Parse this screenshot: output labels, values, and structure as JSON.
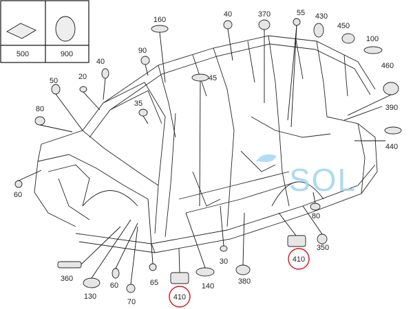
{
  "legend": {
    "left_value": "500",
    "right_value": "900"
  },
  "callouts": [
    {
      "key": "160",
      "text": "160"
    },
    {
      "key": "40a",
      "text": "40"
    },
    {
      "key": "370",
      "text": "370"
    },
    {
      "key": "55",
      "text": "55"
    },
    {
      "key": "430",
      "text": "430"
    },
    {
      "key": "450",
      "text": "450"
    },
    {
      "key": "100",
      "text": "100"
    },
    {
      "key": "90",
      "text": "90"
    },
    {
      "key": "40b",
      "text": "40"
    },
    {
      "key": "45",
      "text": "45"
    },
    {
      "key": "20",
      "text": "20"
    },
    {
      "key": "50",
      "text": "50"
    },
    {
      "key": "460",
      "text": "460"
    },
    {
      "key": "390",
      "text": "390"
    },
    {
      "key": "35",
      "text": "35"
    },
    {
      "key": "80a",
      "text": "80"
    },
    {
      "key": "440",
      "text": "440"
    },
    {
      "key": "60a",
      "text": "60"
    },
    {
      "key": "80b",
      "text": "80"
    },
    {
      "key": "350",
      "text": "350"
    },
    {
      "key": "410a",
      "text": "410"
    },
    {
      "key": "360",
      "text": "360"
    },
    {
      "key": "30",
      "text": "30"
    },
    {
      "key": "60b",
      "text": "60"
    },
    {
      "key": "65",
      "text": "65"
    },
    {
      "key": "140",
      "text": "140"
    },
    {
      "key": "380",
      "text": "380"
    },
    {
      "key": "130",
      "text": "130"
    },
    {
      "key": "70",
      "text": "70"
    },
    {
      "key": "410b",
      "text": "410"
    }
  ],
  "watermark": {
    "text": "SOL",
    "color": "#9fd3f3"
  },
  "highlight_color": "#d11111"
}
